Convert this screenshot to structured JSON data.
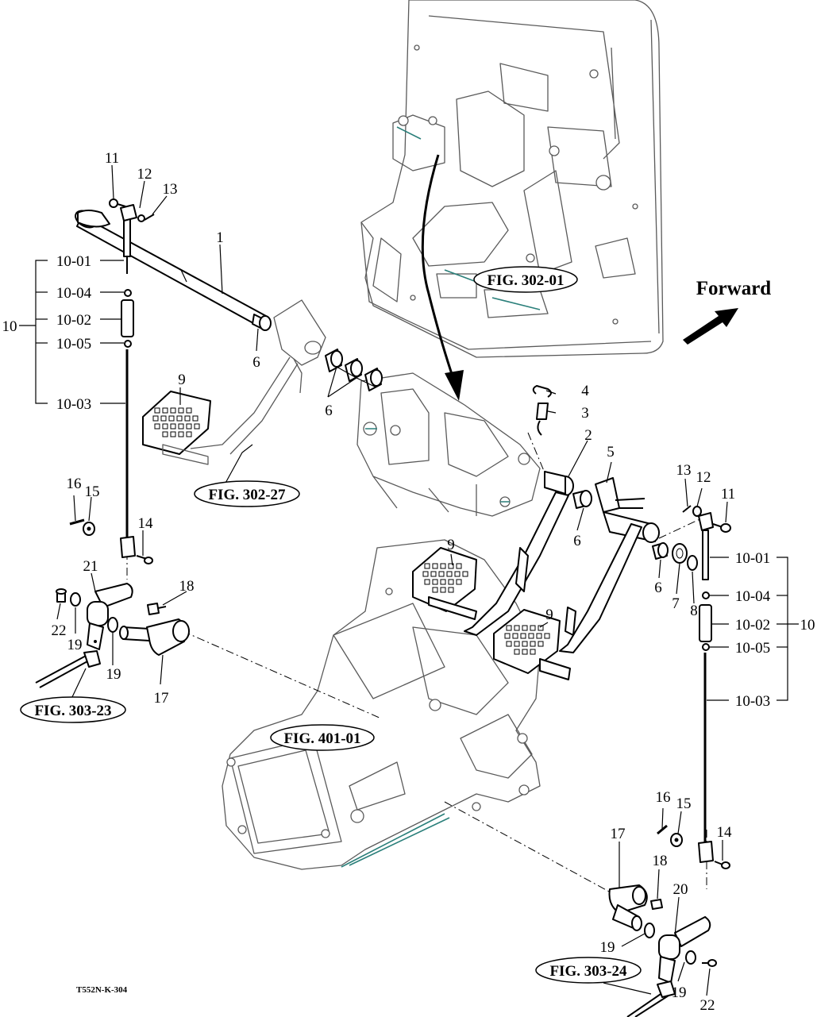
{
  "diagram": {
    "direction_label": "Forward",
    "drawing_code": "T552N-K-304",
    "figure_refs": {
      "ref_302_01": "FIG. 302-01",
      "ref_302_27": "FIG. 302-27",
      "ref_303_23": "FIG. 303-23",
      "ref_401_01": "FIG. 401-01",
      "ref_303_24": "FIG. 303-24"
    },
    "callouts": {
      "c1": "1",
      "c2": "2",
      "c3": "3",
      "c4": "4",
      "c5": "5",
      "c6a": "6",
      "c6b": "6",
      "c6c": "6",
      "c6d": "6",
      "c7": "7",
      "c8": "8",
      "c9a": "9",
      "c9b": "9",
      "c9c": "9",
      "c11l": "11",
      "c12l": "12",
      "c13l": "13",
      "c13r": "13",
      "c12r": "12",
      "c11r": "11",
      "c14l": "14",
      "c15l": "15",
      "c16l": "16",
      "c14r": "14",
      "c15r": "15",
      "c16r": "16",
      "c17l": "17",
      "c18l": "18",
      "c19la": "19",
      "c19lb": "19",
      "c21": "21",
      "c22l": "22",
      "c17r": "17",
      "c18r": "18",
      "c19ra": "19",
      "c19rb": "19",
      "c20": "20",
      "c22r": "22"
    },
    "rod_assembly_left": {
      "group": "10",
      "p01": "10-01",
      "p04": "10-04",
      "p02": "10-02",
      "p05": "10-05",
      "p03": "10-03"
    },
    "rod_assembly_right": {
      "group": "10",
      "p01": "10-01",
      "p04": "10-04",
      "p02": "10-02",
      "p05": "10-05",
      "p03": "10-03"
    }
  }
}
